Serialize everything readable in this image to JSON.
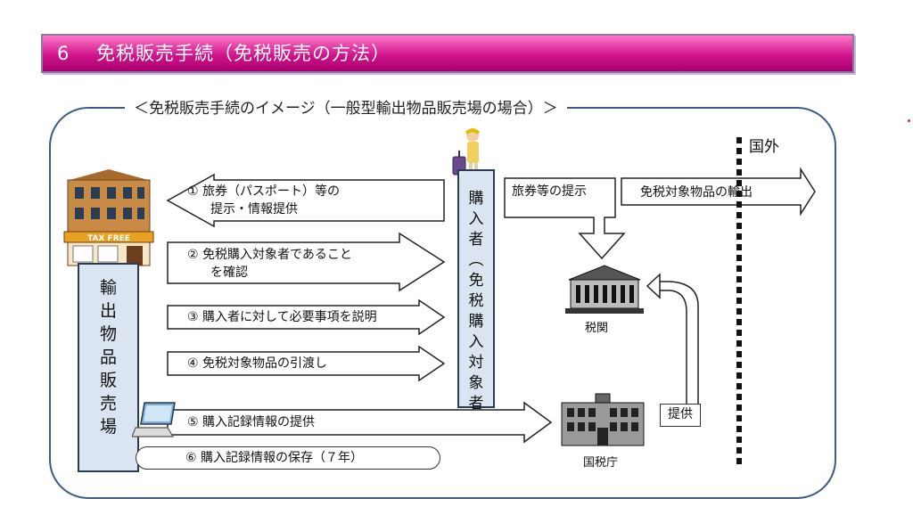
{
  "header": {
    "number": "6",
    "title": "免税販売手続（免税販売の方法）"
  },
  "frame": {
    "title": "＜免税販売手続のイメージ（一般型輸出物品販売場の場合）＞"
  },
  "actors": {
    "shop": {
      "lines": [
        "輸",
        "出",
        "物",
        "品",
        "販",
        "売",
        "場"
      ],
      "sign": "TAX FREE"
    },
    "buyer": {
      "lines": [
        "購",
        "入",
        "者",
        "︵",
        "免",
        "税",
        "購",
        "入",
        "対",
        "象",
        "者",
        "︶"
      ]
    },
    "customs": "税関",
    "tax_agency": "国税庁",
    "abroad": "国外"
  },
  "steps": {
    "s1_line1": "①  旅券（パスポート）等の",
    "s1_line2": "提示・情報提供",
    "s2_line1": "②  免税購入対象者であること",
    "s2_line2": "を確認",
    "s3": "③  購入者に対して必要事項を説明",
    "s4": "④  免税対象物品の引渡し",
    "s5": "⑤  購入記録情報の提供",
    "s6": "⑥  購入記録情報の保存（７年）"
  },
  "flows": {
    "present": "旅券等の提示",
    "export": "免税対象物品の輸出",
    "provide": "提供"
  },
  "colors": {
    "banner": "#d0148c",
    "column_fill": "#dbe5f1",
    "frame_border": "#3d5a80"
  }
}
